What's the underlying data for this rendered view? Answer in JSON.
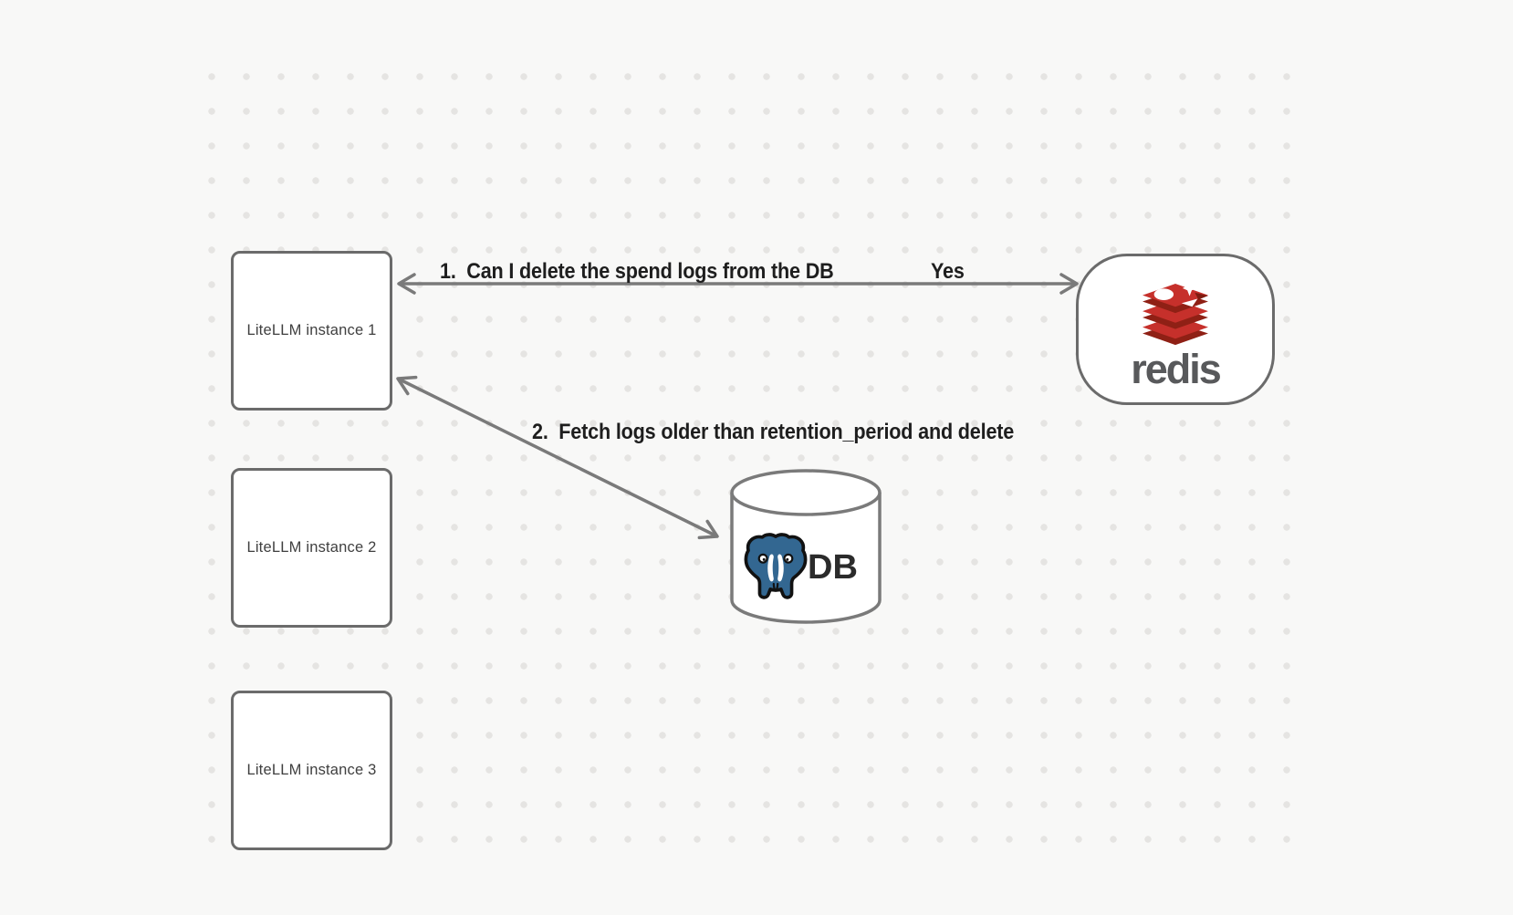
{
  "diagram": {
    "instances": [
      {
        "label": "LiteLLM instance 1"
      },
      {
        "label": "LiteLLM instance 2"
      },
      {
        "label": "LiteLLM instance 3"
      }
    ],
    "redis_node": {
      "wordmark": "redis"
    },
    "db_node": {
      "label": "DB"
    },
    "annotations": {
      "step1": "1.  Can I delete the spend logs from the DB",
      "step1_answer": "Yes",
      "step2": "2.  Fetch logs older than retention_period and delete"
    },
    "colors": {
      "background": "#f8f8f7",
      "dots": "#e5e4e2",
      "shape_border": "#6b6b6b",
      "arrow": "#7a7a7a",
      "annotation_text": "#1e1e1e",
      "instance_text": "#3f3f3f",
      "redis_red": "#c6302b",
      "redis_dark_red": "#8f2015",
      "redis_wordmark": "#58595b",
      "postgres_blue": "#336791",
      "db_text": "#2b2b2b"
    },
    "icons": [
      "redis-logo-icon",
      "postgres-elephant-icon",
      "database-cylinder-icon"
    ]
  }
}
